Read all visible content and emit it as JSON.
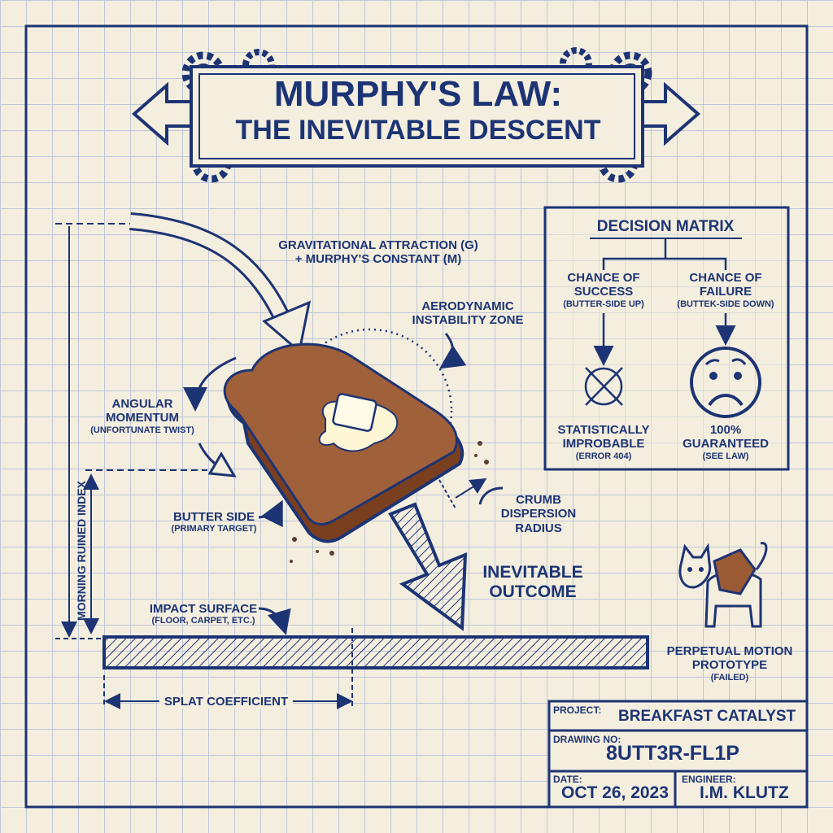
{
  "title": {
    "line1": "MURPHY'S LAW:",
    "line2": "THE INEVITABLE DESCENT"
  },
  "labels": {
    "gravity_line1": "GRAVITATIONAL ATTRACTION (G)",
    "gravity_line2": "+ MURPHY'S CONSTANT (M)",
    "aero_line1": "AERODYNAMIC",
    "aero_line2": "INSTABILITY ZONE",
    "angular_line1": "ANGULAR",
    "angular_line2": "MOMENTUM",
    "angular_note": "(UNFORTUNATE TWIST)",
    "butter_side": "BUTTER SIDE",
    "butter_note": "(PRIMARY TARGET)",
    "crumb_line1": "CRUMB",
    "crumb_line2": "DISPERSION",
    "crumb_line3": "RADIUS",
    "outcome_line1": "INEVITABLE",
    "outcome_line2": "OUTCOME",
    "impact": "IMPACT SURFACE",
    "impact_note": "(FLOOR, CARPET, ETC.)",
    "splat": "SPLAT COEFFICIENT",
    "morning_index": "MORNING RUINED INDEX",
    "cat_line1": "PERPETUAL MOTION",
    "cat_line2": "PROTOTYPE",
    "cat_note": "(FAILED)"
  },
  "matrix": {
    "title": "DECISION MATRIX",
    "success": {
      "line1": "CHANCE OF",
      "line2": "SUCCESS",
      "note": "(BUTTER-SIDE UP)",
      "result1": "STATISTICALLY",
      "result2": "IMPROBABLE",
      "result_note": "(ERROR 404)"
    },
    "failure": {
      "line1": "CHANCE OF",
      "line2": "FAILURE",
      "note": "(BUTTEK-SIDE DOWN)",
      "result1": "100%",
      "result2": "GUARANTEED",
      "result_note": "(SEE LAW)"
    }
  },
  "title_block": {
    "project_label": "PROJECT:",
    "project": "BREAKFAST CATALYST",
    "drawing_label": "DRAWING NO:",
    "drawing": "8UTT3R-FL1P",
    "date_label": "DATE:",
    "date": "OCT 26, 2023",
    "engineer_label": "ENGINEER:",
    "engineer": "I.M. KLUTZ"
  },
  "colors": {
    "ink": "#1d3474",
    "paper": "#f4eedf",
    "grid": "#bfc7d8",
    "toast": "#9a5a33",
    "crust": "#7a3f1f",
    "butter": "#fff6d6"
  }
}
